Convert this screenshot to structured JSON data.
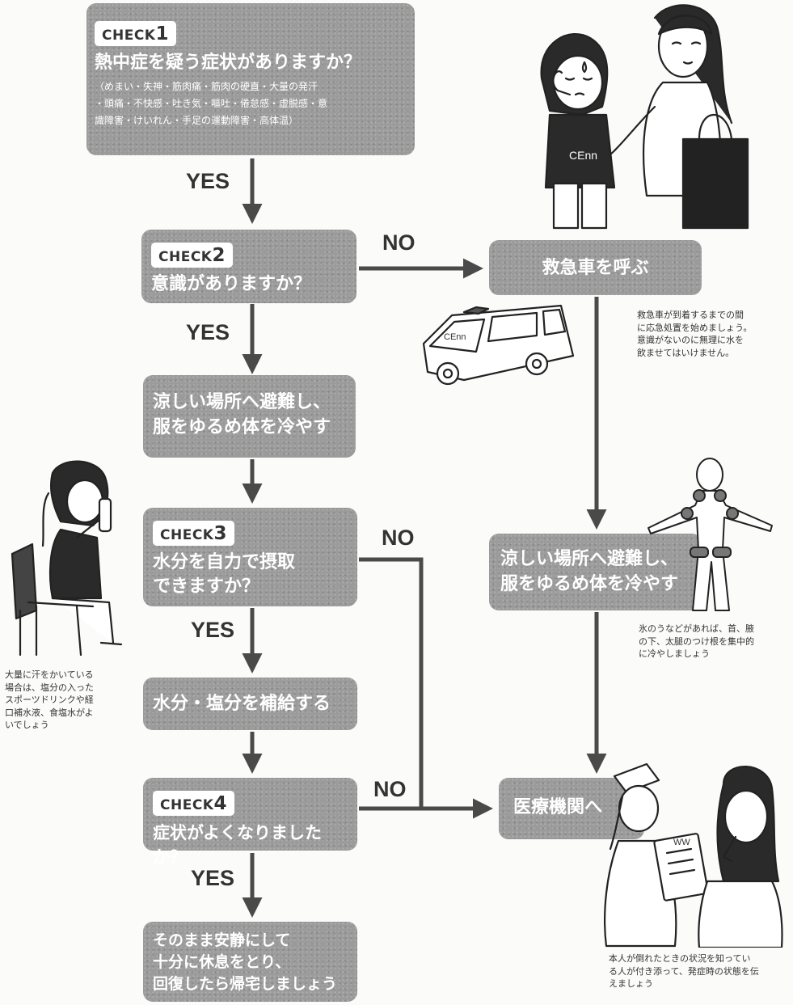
{
  "checks": {
    "check1": {
      "badge_word": "CHECK",
      "badge_num": "1",
      "question": "熱中症を疑う症状がありますか？",
      "detail": "（めまい・失神・筋肉痛・筋肉の硬直・大量の発汗\n・頭痛・不快感・吐き気・嘔吐・倦怠感・虚脱感・意\n識障害・けいれん・手足の運動障害・高体温）"
    },
    "check2": {
      "badge_word": "CHECK",
      "badge_num": "2",
      "question": "意識がありますか？"
    },
    "check3": {
      "badge_word": "CHECK",
      "badge_num": "3",
      "question": "水分を自力で摂取\nできますか？"
    },
    "check4": {
      "badge_word": "CHECK",
      "badge_num": "4",
      "question": "症状がよくなりましたか？"
    }
  },
  "actions": {
    "cool_left": "涼しい場所へ避難し、\n服をゆるめ体を冷やす",
    "hydrate": "水分・塩分を補給する",
    "rest": "そのまま安静にして\n十分に休息をとり、\n回復したら帰宅しましょう",
    "ambulance": "救急車を呼ぶ",
    "cool_right": "涼しい場所へ避難し、\n服をゆるめ体を冷やす",
    "hospital": "医療機関へ"
  },
  "labels": {
    "yes": "YES",
    "no": "NO"
  },
  "notes": {
    "ambulance_note": "救急車が到着するまでの間\nに応急処置を始めましょう。\n意識がないのに無理に水を\n飲ませてはいけません。",
    "cooling_note": "氷のうなどがあれば、首、腋\nの下、太腿のつけ根を集中的\nに冷やしましょう",
    "drink_note": "大量に汗をかいている\n場合は、塩分の入った\nスポーツドリンクや経\n口補水液、食塩水がよ\nいでしょう",
    "hospital_note": "本人が倒れたときの状況を知ってい\nる人が付き添って、発症時の状態を伝\nえましょう"
  },
  "illustrations": {
    "ambulance_logo": "CEnn",
    "shirt_logo": "CEnn",
    "clipboard_text": "WW"
  },
  "colors": {
    "box": "#9b9b9b",
    "line": "#4a4a4a",
    "background": "#fbfbf9"
  }
}
